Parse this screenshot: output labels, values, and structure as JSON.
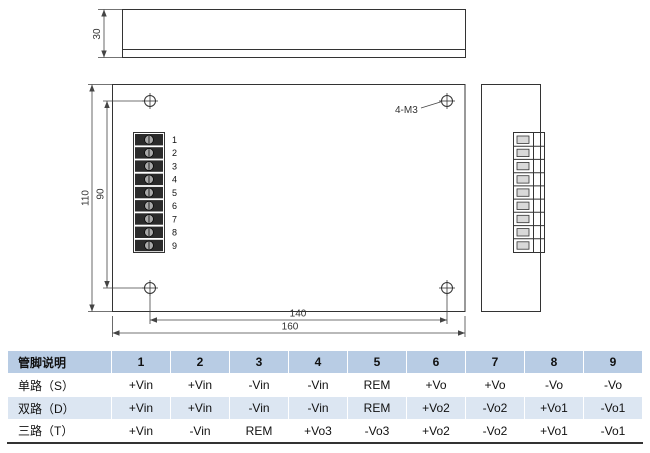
{
  "drawing": {
    "dim_30": "30",
    "dim_110": "110",
    "dim_90": "90",
    "dim_140": "140",
    "dim_160": "160",
    "screw_note": "4-M3",
    "pin_numbers": [
      "1",
      "2",
      "3",
      "4",
      "5",
      "6",
      "7",
      "8",
      "9"
    ]
  },
  "table": {
    "header": [
      "管脚说明",
      "1",
      "2",
      "3",
      "4",
      "5",
      "6",
      "7",
      "8",
      "9"
    ],
    "rows": [
      {
        "label": "单路（S）",
        "values": [
          "+Vin",
          "+Vin",
          "-Vin",
          "-Vin",
          "REM",
          "+Vo",
          "+Vo",
          "-Vo",
          "-Vo"
        ]
      },
      {
        "label": "双路（D）",
        "values": [
          "+Vin",
          "+Vin",
          "-Vin",
          "-Vin",
          "REM",
          "+Vo2",
          "-Vo2",
          "+Vo1",
          "-Vo1"
        ]
      },
      {
        "label": "三路（T）",
        "values": [
          "+Vin",
          "-Vin",
          "REM",
          "+Vo3",
          "-Vo3",
          "+Vo2",
          "-Vo2",
          "+Vo1",
          "-Vo1"
        ]
      }
    ],
    "colors": {
      "header_bg": "#b8cce4",
      "alt_row_bg": "#dce6f2",
      "row_bg": "#ffffff"
    }
  }
}
